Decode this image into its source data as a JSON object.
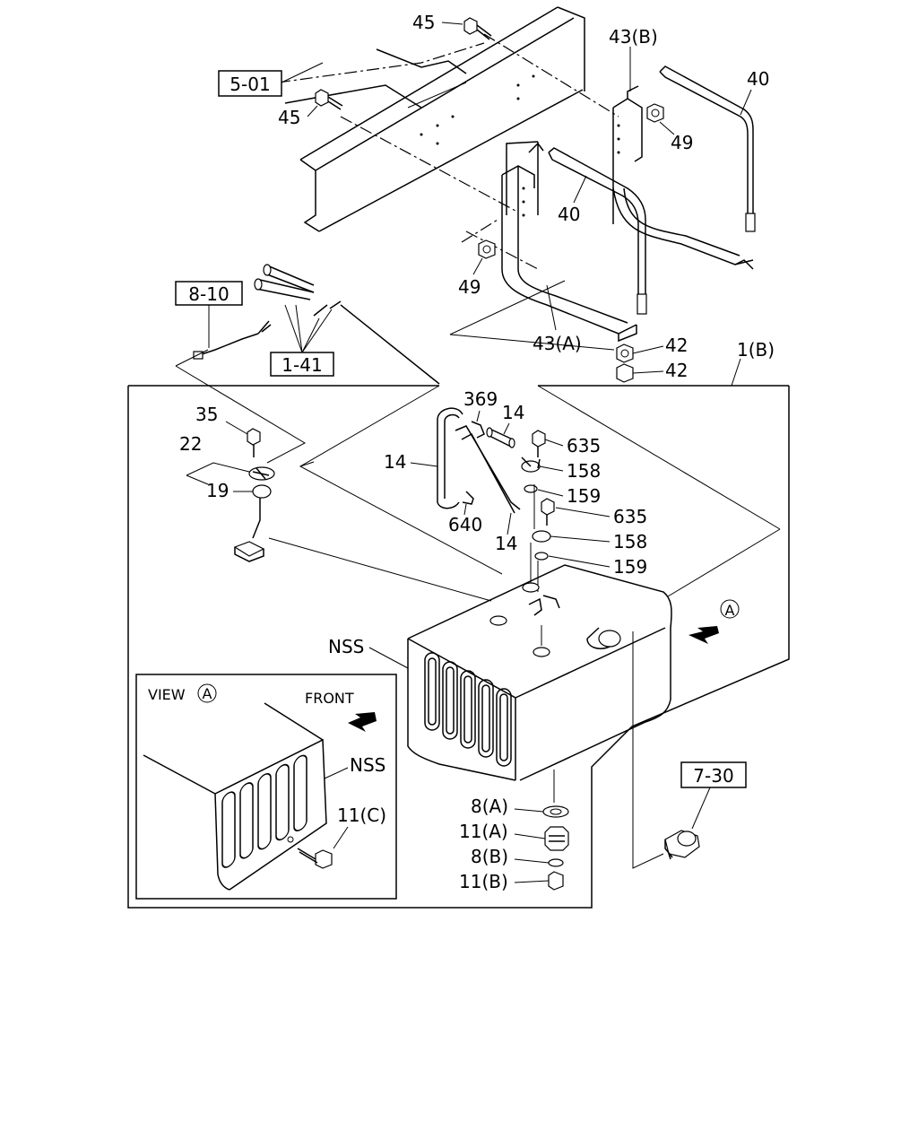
{
  "refs": {
    "r501": "5-01",
    "r810": "8-10",
    "r141": "1-41",
    "r730": "7-30"
  },
  "labels": {
    "p45_top": "45",
    "p45_left": "45",
    "p43b": "43(B)",
    "p40_right": "40",
    "p40_mid": "40",
    "p49_right": "49",
    "p49_left": "49",
    "p43a": "43(A)",
    "p42_a": "42",
    "p42_b": "42",
    "p1b": "1(B)",
    "p369": "369",
    "p14_top": "14",
    "p14_left": "14",
    "p14_bottom": "14",
    "p640": "640",
    "p635_a": "635",
    "p635_b": "635",
    "p158_a": "158",
    "p158_b": "158",
    "p159_a": "159",
    "p159_b": "159",
    "p35": "35",
    "p22": "22",
    "p19": "19",
    "nss_main": "NSS",
    "view_a_marker": "A",
    "p8a": "8(A)",
    "p11a": "11(A)",
    "p8b": "8(B)",
    "p11b": "11(B)"
  },
  "inset": {
    "title": "VIEW",
    "circle": "A",
    "front": "FRONT",
    "nss": "NSS",
    "p11c": "11(C)"
  }
}
